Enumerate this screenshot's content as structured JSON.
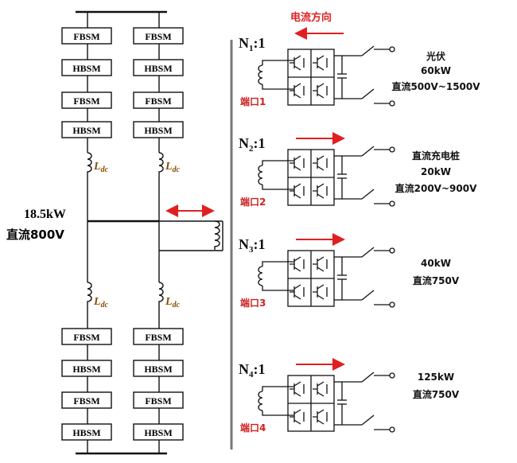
{
  "colors": {
    "line": "#111111",
    "accent": "#e02020",
    "port": "#cc2222",
    "inductor": "#cc6600"
  },
  "modules_upper": [
    "FBSM",
    "HBSM",
    "FBSM",
    "HBSM"
  ],
  "modules_lower": [
    "FBSM",
    "HBSM",
    "FBSM",
    "HBSM"
  ],
  "inductor_label_main": "L",
  "inductor_label_sub": "dc",
  "dc_bus": {
    "power": "18.5kW",
    "voltage": "直流800V"
  },
  "current_direction_label": "电流方向",
  "ports": [
    {
      "ratio_main": "N",
      "ratio_sub": "1",
      "ratio_tail": ":1",
      "port_label": "端口1",
      "desc": [
        "光伏",
        "60kW",
        "直流500V~1500V"
      ]
    },
    {
      "ratio_main": "N",
      "ratio_sub": "2",
      "ratio_tail": ":1",
      "port_label": "端口2",
      "desc": [
        "直流充电桩",
        "20kW",
        "直流200V~900V"
      ]
    },
    {
      "ratio_main": "N",
      "ratio_sub": "3",
      "ratio_tail": ":1",
      "port_label": "端口3",
      "desc": [
        "40kW",
        "直流750V"
      ]
    },
    {
      "ratio_main": "N",
      "ratio_sub": "4",
      "ratio_tail": ":1",
      "port_label": "端口4",
      "desc": [
        "125kW",
        "直流750V"
      ]
    }
  ]
}
